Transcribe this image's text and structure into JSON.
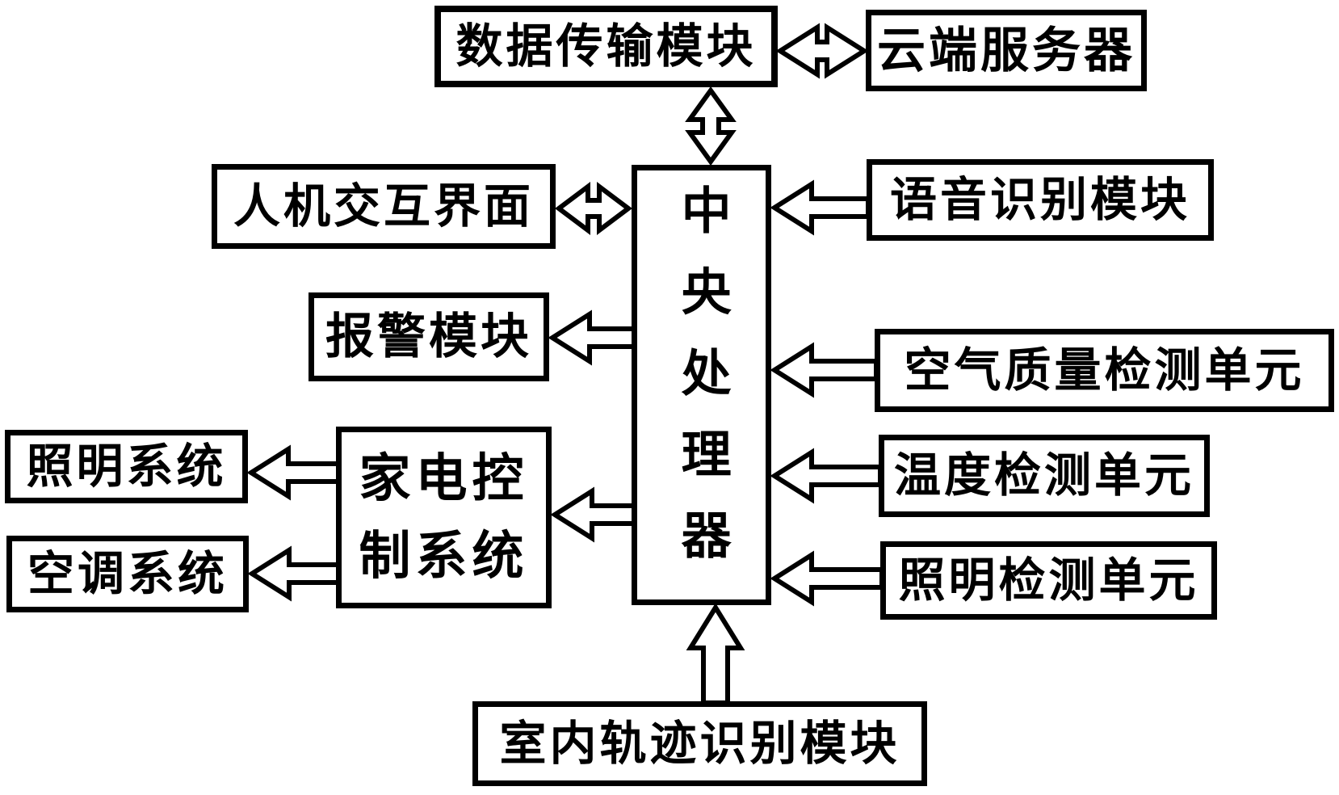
{
  "colors": {
    "ink": "#000000",
    "background": "#ffffff"
  },
  "nodes": {
    "data_transmission": {
      "label": "数据传输模块"
    },
    "cloud_server": {
      "label": "云端服务器"
    },
    "hmi": {
      "label": "人机交互界面"
    },
    "alarm": {
      "label": "报警模块"
    },
    "appliance_control": {
      "label": "家电控制系统"
    },
    "lighting_system": {
      "label": "照明系统"
    },
    "ac_system": {
      "label": "空调系统"
    },
    "cpu": {
      "label": "中央处理器"
    },
    "voice_recognition": {
      "label": "语音识别模块"
    },
    "air_quality": {
      "label": "空气质量检测单元"
    },
    "temperature": {
      "label": "温度检测单元"
    },
    "lighting_detection": {
      "label": "照明检测单元"
    },
    "indoor_trajectory": {
      "label": "室内轨迹识别模块"
    }
  },
  "connections": [
    {
      "from": "data_transmission",
      "to": "cloud_server",
      "type": "bidirectional"
    },
    {
      "from": "data_transmission",
      "to": "cpu",
      "type": "bidirectional"
    },
    {
      "from": "hmi",
      "to": "cpu",
      "type": "bidirectional"
    },
    {
      "from": "cpu",
      "to": "alarm",
      "type": "one-way"
    },
    {
      "from": "cpu",
      "to": "appliance_control",
      "type": "one-way"
    },
    {
      "from": "appliance_control",
      "to": "lighting_system",
      "type": "one-way"
    },
    {
      "from": "appliance_control",
      "to": "ac_system",
      "type": "one-way"
    },
    {
      "from": "voice_recognition",
      "to": "cpu",
      "type": "one-way"
    },
    {
      "from": "air_quality",
      "to": "cpu",
      "type": "one-way"
    },
    {
      "from": "temperature",
      "to": "cpu",
      "type": "one-way"
    },
    {
      "from": "lighting_detection",
      "to": "cpu",
      "type": "one-way"
    },
    {
      "from": "indoor_trajectory",
      "to": "cpu",
      "type": "one-way"
    }
  ]
}
